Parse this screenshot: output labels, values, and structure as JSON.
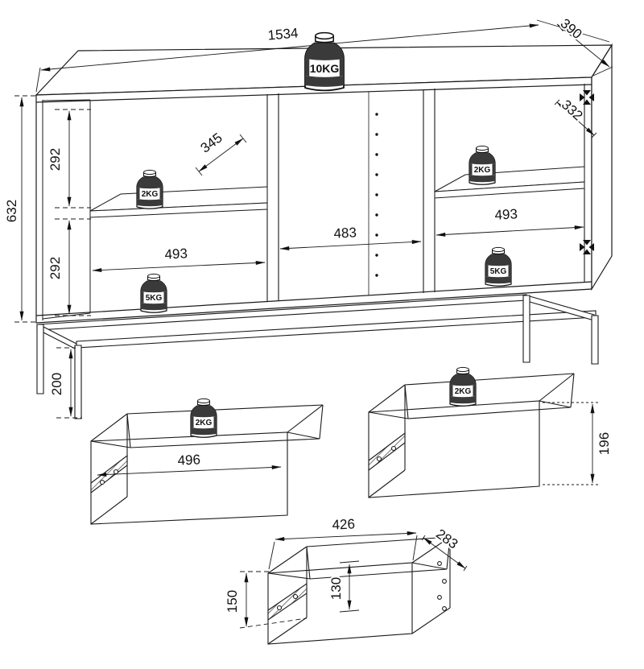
{
  "drawing": {
    "cabinet": {
      "dims": {
        "width": "1534",
        "depth": "390",
        "height": "632",
        "shelf_depth_left": "345",
        "shelf_depth_right": "332",
        "upper_section_height": "292",
        "lower_section_height": "292",
        "left_compartment_width": "493",
        "middle_compartment_width": "483",
        "right_compartment_width": "493",
        "leg_height": "200"
      },
      "loads": {
        "top": "10KG",
        "left_shelf": "2KG",
        "left_bottom": "5KG",
        "right_shelf": "2KG",
        "right_bottom": "5KG"
      }
    },
    "drawer_left": {
      "width": "496",
      "load": "2KG"
    },
    "drawer_right": {
      "height": "196",
      "load": "2KG"
    },
    "drawer_bottom": {
      "width": "426",
      "depth": "283",
      "height": "150",
      "inner_height": "130"
    }
  }
}
